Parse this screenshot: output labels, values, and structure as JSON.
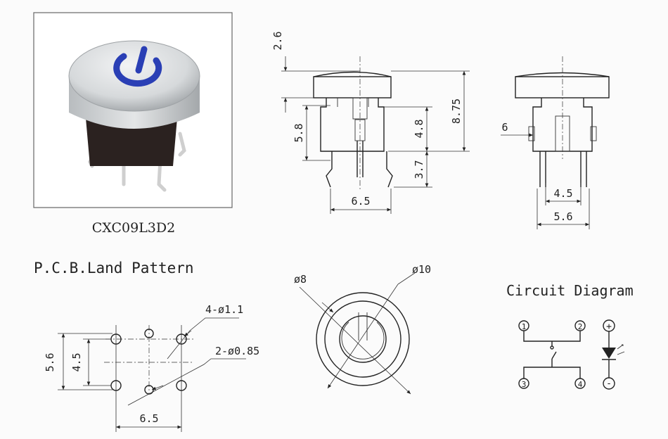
{
  "part_number": "CXC09L3D2",
  "front_view": {
    "cap_height": "2.6",
    "body_height": "5.8",
    "total_height": "8.75",
    "upper_pin": "4.8",
    "lower_pin": "3.7",
    "pin_span": "6.5"
  },
  "side_view": {
    "offset": "6",
    "inner_span": "4.5",
    "outer_span": "5.6"
  },
  "pcb": {
    "title": "P.C.B.Land Pattern",
    "hole_large": "4-ø1.1",
    "hole_small": "2-ø0.85",
    "height_outer": "5.6",
    "height_inner": "4.5",
    "width": "6.5"
  },
  "top_view": {
    "inner_dia": "ø8",
    "outer_dia": "ø10"
  },
  "circuit": {
    "title": "Circuit Diagram",
    "pins": [
      "1",
      "2",
      "3",
      "4"
    ],
    "led_plus": "+",
    "led_minus": "-"
  },
  "colors": {
    "led_ring": "#2a3fb5",
    "cap": "#d9dcde",
    "body": "#2b2220",
    "frame": "#666666"
  }
}
